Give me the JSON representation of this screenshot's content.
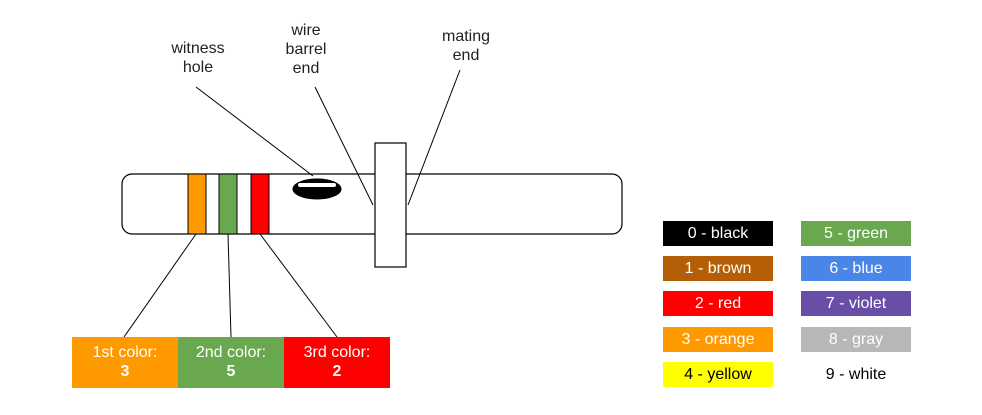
{
  "labels": {
    "witness_hole": [
      "witness",
      "hole"
    ],
    "wire_barrel_end": [
      "wire",
      "barrel",
      "end"
    ],
    "mating_end": [
      "mating",
      "end"
    ]
  },
  "color_boxes": [
    {
      "label": "1st color:",
      "value": "3",
      "color": "#ff9900"
    },
    {
      "label": "2nd color:",
      "value": "5",
      "color": "#6aa84f"
    },
    {
      "label": "3rd color:",
      "value": "2",
      "color": "#ff0000"
    }
  ],
  "legend": [
    {
      "text": "0 - black",
      "bg": "#000000",
      "fg": "#ffffff"
    },
    {
      "text": "1 - brown",
      "bg": "#b45f06",
      "fg": "#ffffff"
    },
    {
      "text": "2 - red",
      "bg": "#ff0000",
      "fg": "#ffffff"
    },
    {
      "text": "3 - orange",
      "bg": "#ff9900",
      "fg": "#ffffff"
    },
    {
      "text": "4 - yellow",
      "bg": "#ffff00",
      "fg": "#000000"
    },
    {
      "text": "5 - green",
      "bg": "#6aa84f",
      "fg": "#ffffff"
    },
    {
      "text": "6 - blue",
      "bg": "#4a86e8",
      "fg": "#ffffff"
    },
    {
      "text": "7 - violet",
      "bg": "#674ea7",
      "fg": "#ffffff"
    },
    {
      "text": "8 - gray",
      "bg": "#b7b7b7",
      "fg": "#ffffff"
    },
    {
      "text": "9 - white",
      "bg": "#ffffff",
      "fg": "#000000"
    }
  ]
}
